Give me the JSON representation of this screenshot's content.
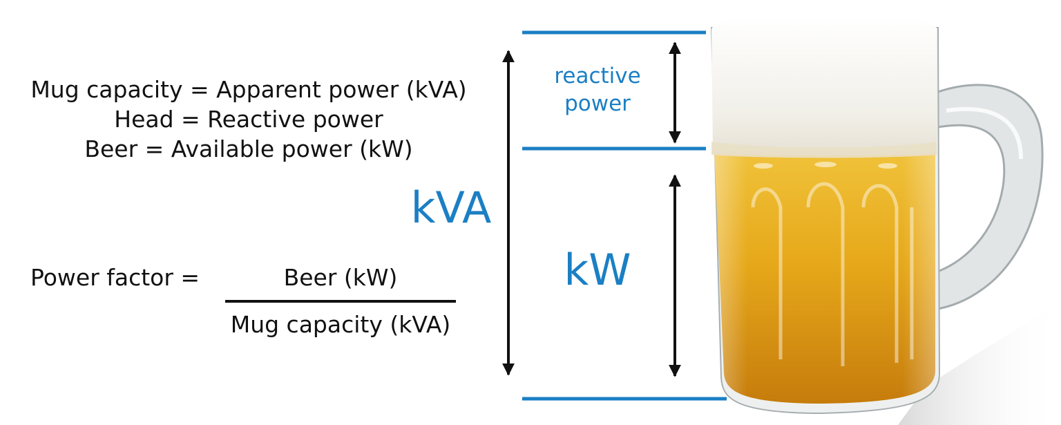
{
  "definitions": {
    "line1": "Mug capacity = Apparent power (kVA)",
    "line2": "Head = Reactive power",
    "line3": "Beer = Available power (kW)"
  },
  "formula": {
    "label": "Power factor =",
    "numerator": "Beer (kW)",
    "denominator": "Mug capacity (kVA)"
  },
  "labels": {
    "kva": "kVA",
    "kw": "kW",
    "reactive_line1": "reactive",
    "reactive_line2": "power"
  },
  "colors": {
    "accent_blue": "#1b7fc4",
    "arrow": "#111111",
    "beer": "#e0a418",
    "foam": "#f4f2ec"
  }
}
